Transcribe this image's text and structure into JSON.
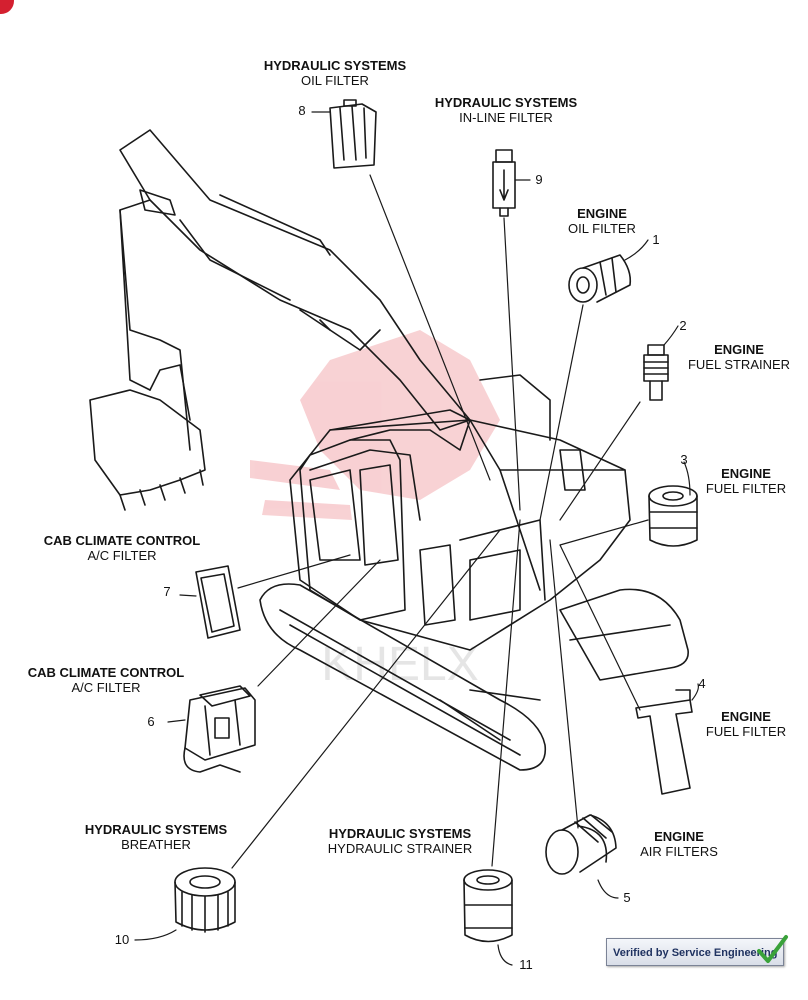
{
  "labels": [
    {
      "num": "1",
      "system": "ENGINE",
      "part": "OIL FILTER"
    },
    {
      "num": "2",
      "system": "ENGINE",
      "part": "FUEL STRAINER"
    },
    {
      "num": "3",
      "system": "ENGINE",
      "part": "FUEL FILTER"
    },
    {
      "num": "4",
      "system": "ENGINE",
      "part": "FUEL FILTER"
    },
    {
      "num": "5",
      "system": "ENGINE",
      "part": "AIR FILTERS"
    },
    {
      "num": "6",
      "system": "CAB CLIMATE CONTROL",
      "part": "A/C FILTER"
    },
    {
      "num": "7",
      "system": "CAB CLIMATE CONTROL",
      "part": "A/C FILTER"
    },
    {
      "num": "8",
      "system": "HYDRAULIC SYSTEMS",
      "part": "OIL FILTER"
    },
    {
      "num": "9",
      "system": "HYDRAULIC SYSTEMS",
      "part": "IN-LINE FILTER"
    },
    {
      "num": "10",
      "system": "HYDRAULIC SYSTEMS",
      "part": "BREATHER"
    },
    {
      "num": "11",
      "system": "HYDRAULIC SYSTEMS",
      "part": "HYDRAULIC STRAINER"
    }
  ],
  "badge": {
    "text": "Verified by Service Engineering"
  },
  "watermark": {
    "text": "KHELX",
    "color": "#e0303a"
  },
  "colors": {
    "line": "#1a1a1a",
    "badge_text": "#1f3260",
    "check": "#3aa23a",
    "corner": "#d42030"
  }
}
